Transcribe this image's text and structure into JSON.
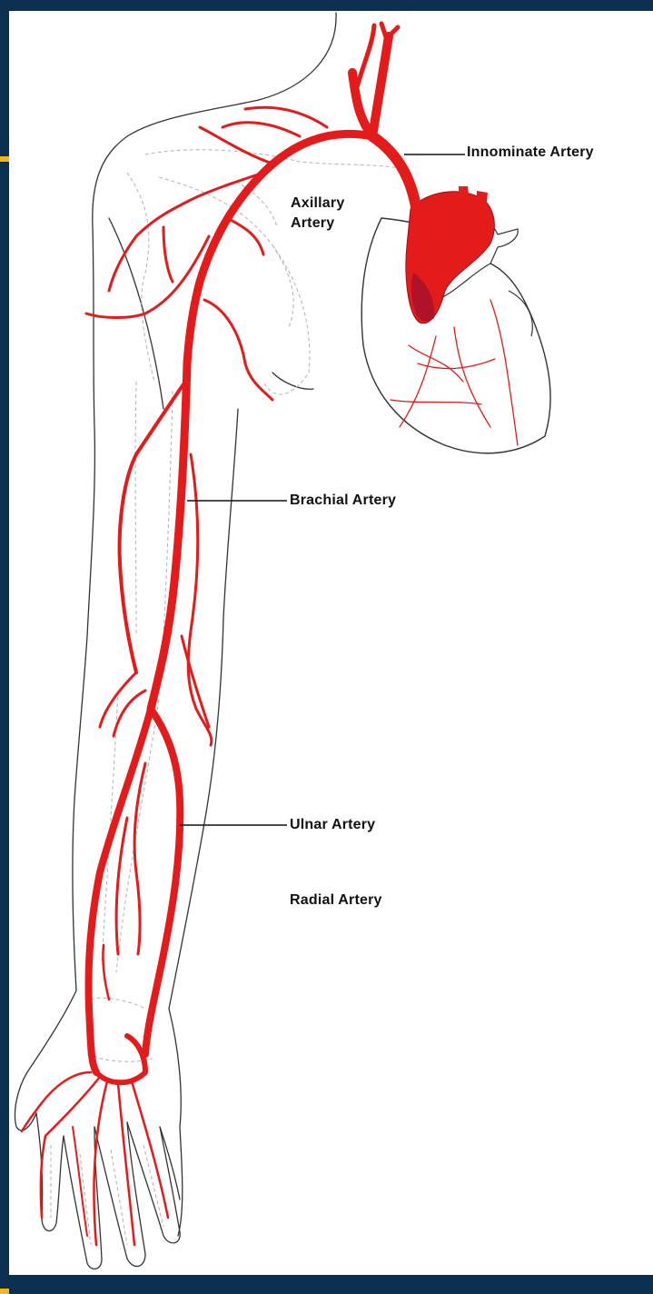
{
  "labels": {
    "innominate": "Innominate Artery",
    "axillary_line1": "Axillary",
    "axillary_line2": "Artery",
    "brachial": "Brachial Artery",
    "ulnar": "Ulnar Artery",
    "radial": "Radial Artery"
  },
  "colors": {
    "frame": "#0b2f4f",
    "accent": "#f2b51d",
    "artery": "#e41b1b",
    "aorta_dark": "#b0122a",
    "outline": "#333333"
  }
}
